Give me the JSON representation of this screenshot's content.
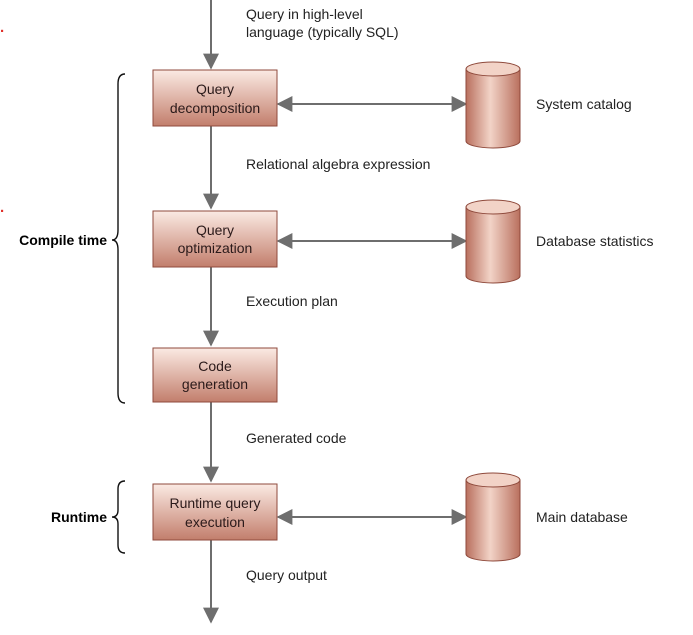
{
  "colors": {
    "process_fill_light": "#fbeae3",
    "process_fill_dark": "#c27e6c",
    "process_border": "#8f4a3c",
    "cylinder_light": "#f2d3c7",
    "cylinder_dark": "#b9705e",
    "arrow": "#6e6e6e",
    "bracket": "#111111",
    "edge_mark": "#e0302a"
  },
  "edge_marks": [
    ".",
    "."
  ],
  "input_label": [
    "Query in high-level",
    "language (typically SQL)"
  ],
  "processes": [
    {
      "id": "query-decomposition",
      "lines": [
        "Query",
        "decomposition"
      ]
    },
    {
      "id": "query-optimization",
      "lines": [
        "Query",
        "optimization"
      ]
    },
    {
      "id": "code-generation",
      "lines": [
        "Code",
        "generation"
      ]
    },
    {
      "id": "runtime-query-execution",
      "lines": [
        "Runtime query",
        "execution"
      ]
    }
  ],
  "flow_labels": [
    "Relational algebra expression",
    "Execution plan",
    "Generated code",
    "Query output"
  ],
  "stores": [
    {
      "id": "system-catalog",
      "label": "System catalog"
    },
    {
      "id": "database-statistics",
      "label": "Database statistics"
    },
    {
      "id": "main-database",
      "label": "Main database"
    }
  ],
  "phases": {
    "compile": "Compile time",
    "runtime": "Runtime"
  }
}
